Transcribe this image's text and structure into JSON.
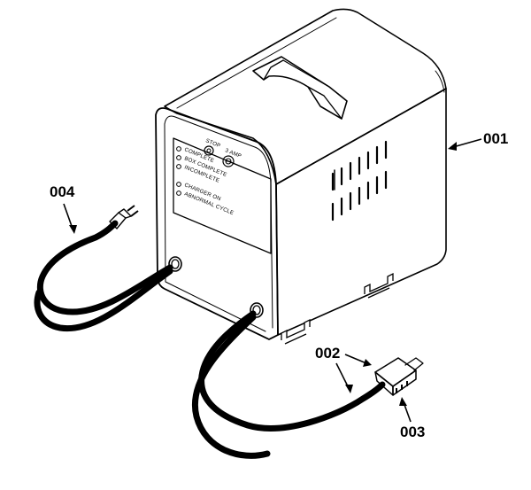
{
  "callouts": {
    "c001": "001",
    "c002": "002",
    "c003": "003",
    "c004": "004"
  },
  "panel": {
    "stop": "STOP",
    "amp": "3 AMP",
    "complete": "COMPLETE",
    "box_complete": "BOX COMPLETE",
    "incomplete": "INCOMPLETE",
    "charger_on": "CHARGER ON",
    "abnormal_cycle": "ABNORMAL CYCLE"
  },
  "colors": {
    "ink": "#000000",
    "paper": "#ffffff"
  }
}
